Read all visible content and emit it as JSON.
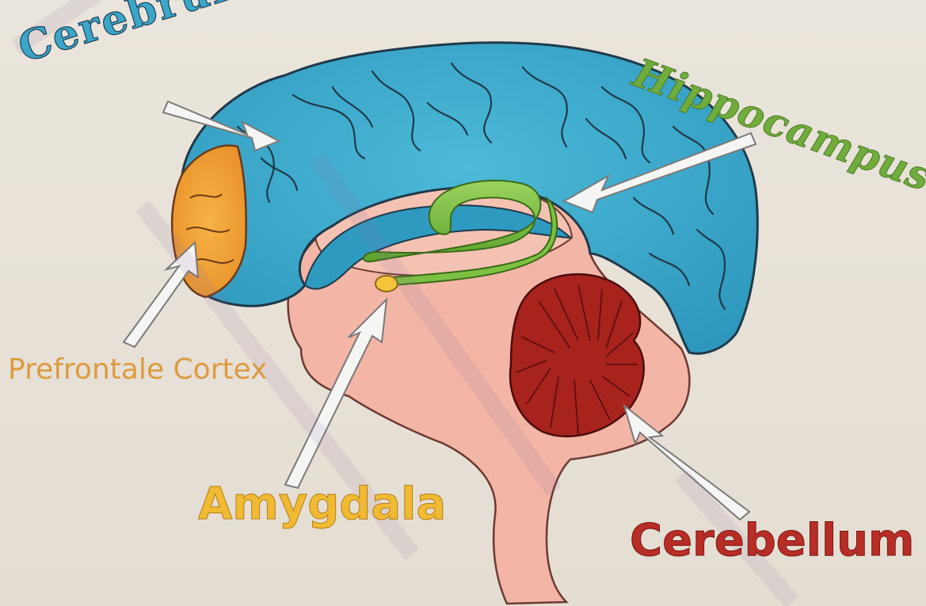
{
  "labels": {
    "cerebrum": "Cerebrum",
    "hippocampus": "Hippocampus",
    "prefrontal_cortex": "Prefrontale Cortex",
    "amygdala": "Amygdala",
    "cerebellum": "Cerebellum"
  },
  "colors": {
    "background": "#e8e2d8",
    "cerebrum": "#3aa7c9",
    "prefrontal_cortex": "#f2a93a",
    "hippocampus": "#7cc142",
    "amygdala": "#f4c53c",
    "cerebellum": "#a8221e",
    "brainstem": "#f2b5a6",
    "arrow": "#f5f5f3",
    "watermark": "#8a6aa6"
  }
}
